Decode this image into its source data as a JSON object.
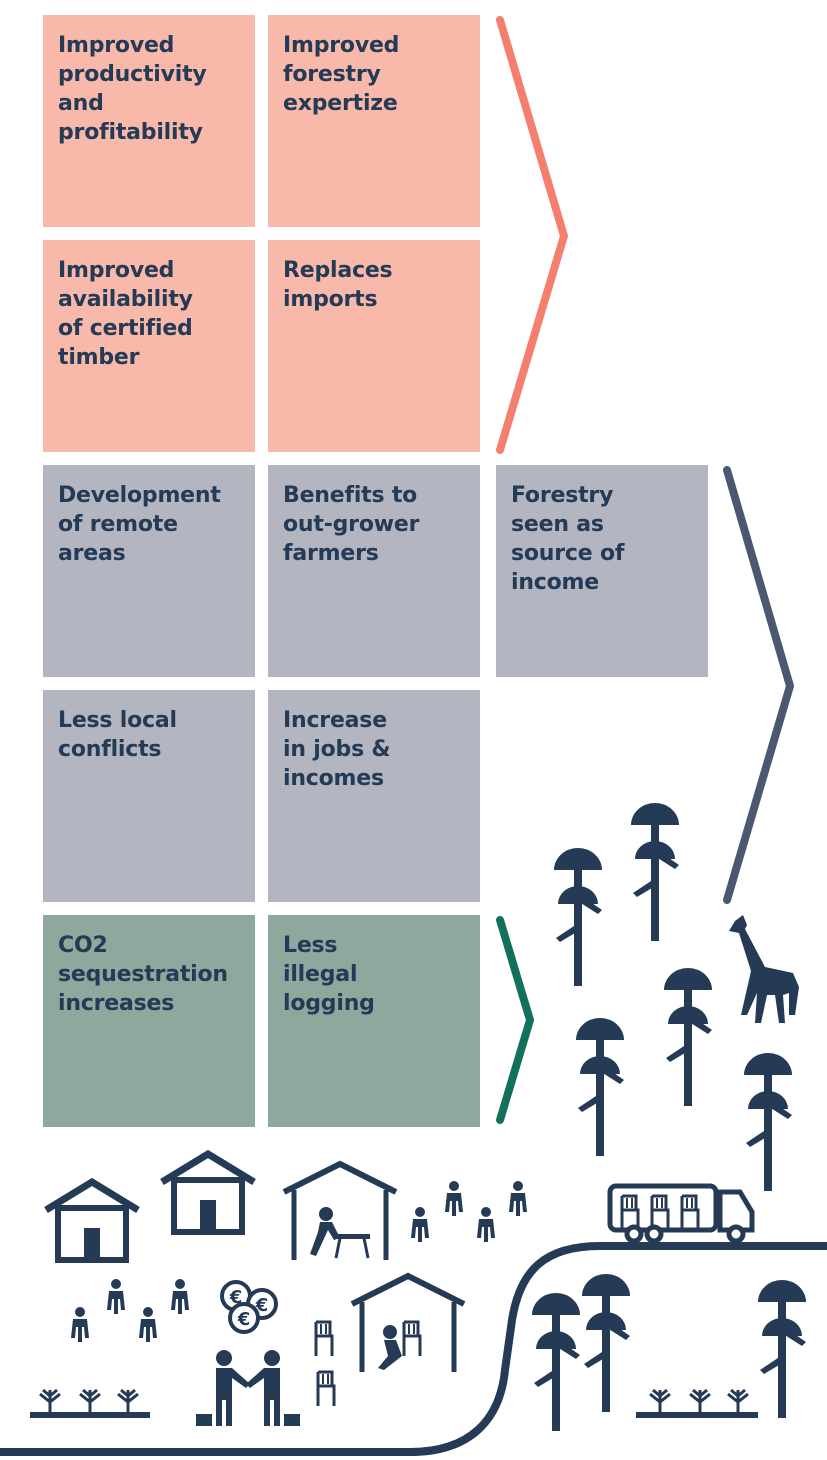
{
  "colors": {
    "economic_fill": "#f8b9ab",
    "economic_chevron": "#f47f6f",
    "social_fill": "#b3b5c0",
    "social_chevron": "#4a5872",
    "environmental_fill": "#8ea89e",
    "environmental_chevron": "#13705c",
    "icon_navy": "#243a55"
  },
  "groups": {
    "economic": {
      "boxes": [
        "Improved\nproductivity\nand\nprofitability",
        "Improved\nforestry\nexpertize",
        "Improved\navailability\nof certified\ntimber",
        "Replaces\nimports"
      ]
    },
    "social": {
      "boxes": [
        "Development\nof remote\nareas",
        "Benefits to\nout-grower\nfarmers",
        "Forestry\nseen as\nsource of\nincome",
        "Less local\nconflicts",
        "Increase\nin jobs &\nincomes"
      ]
    },
    "environmental": {
      "boxes": [
        "CO2\nsequestration\nincreases",
        "Less\nillegal\nlogging"
      ]
    }
  },
  "illustration": {
    "icons": [
      "tree-icon",
      "giraffe-icon",
      "house-icon",
      "workshop-icon",
      "person-icon",
      "euro-coins-icon",
      "handshake-icon",
      "chair-icon",
      "truck-icon",
      "seedling-icon",
      "road-icon"
    ],
    "coin_symbol": "€"
  }
}
